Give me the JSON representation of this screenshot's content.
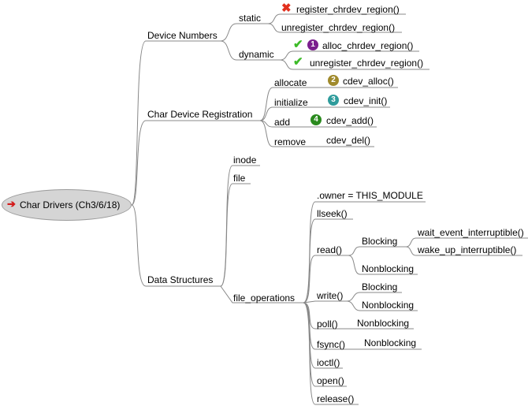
{
  "root": {
    "label": "Char Drivers (Ch3/6/18)",
    "arrow": "➔"
  },
  "branches": {
    "device_numbers": {
      "label": "Device Numbers",
      "static": {
        "label": "static",
        "register": "register_chrdev_region()",
        "unregister": "unregister_chrdev_region()"
      },
      "dynamic": {
        "label": "dynamic",
        "alloc": "alloc_chrdev_region()",
        "unregister": "unregister_chrdev_region()"
      }
    },
    "char_device_registration": {
      "label": "Char Device Registration",
      "allocate": {
        "label": "allocate",
        "fn": "cdev_alloc()"
      },
      "initialize": {
        "label": "initialize",
        "fn": "cdev_init()"
      },
      "add": {
        "label": "add",
        "fn": "cdev_add()"
      },
      "remove": {
        "label": "remove",
        "fn": "cdev_del()"
      }
    },
    "data_structures": {
      "label": "Data Structures",
      "inode": "inode",
      "file": "file",
      "file_operations": {
        "label": "file_operations",
        "owner": ".owner = THIS_MODULE",
        "llseek": "llseek()",
        "read": {
          "label": "read()",
          "blocking": "Blocking",
          "wait": "wait_event_interruptible()",
          "wake": "wake_up_interruptible()",
          "nonblocking": "Nonblocking"
        },
        "write": {
          "label": "write()",
          "blocking": "Blocking",
          "nonblocking": "Nonblocking"
        },
        "poll": {
          "label": "poll()",
          "nonblocking": "Nonblocking"
        },
        "fsync": {
          "label": "fsync()",
          "nonblocking": "Nonblocking"
        },
        "ioctl": "ioctl()",
        "open": "open()",
        "release": "release()"
      }
    }
  },
  "icons": {
    "step1": {
      "name": "priority-1-icon",
      "text": "1",
      "color": "#7b1f8e"
    },
    "step2": {
      "name": "priority-2-icon",
      "text": "2",
      "color": "#a08a2c"
    },
    "step3": {
      "name": "priority-3-icon",
      "text": "3",
      "color": "#2f9c9c"
    },
    "step4": {
      "name": "priority-4-icon",
      "text": "4",
      "color": "#2a8a1e"
    },
    "check": "✔",
    "cross": "✖"
  }
}
